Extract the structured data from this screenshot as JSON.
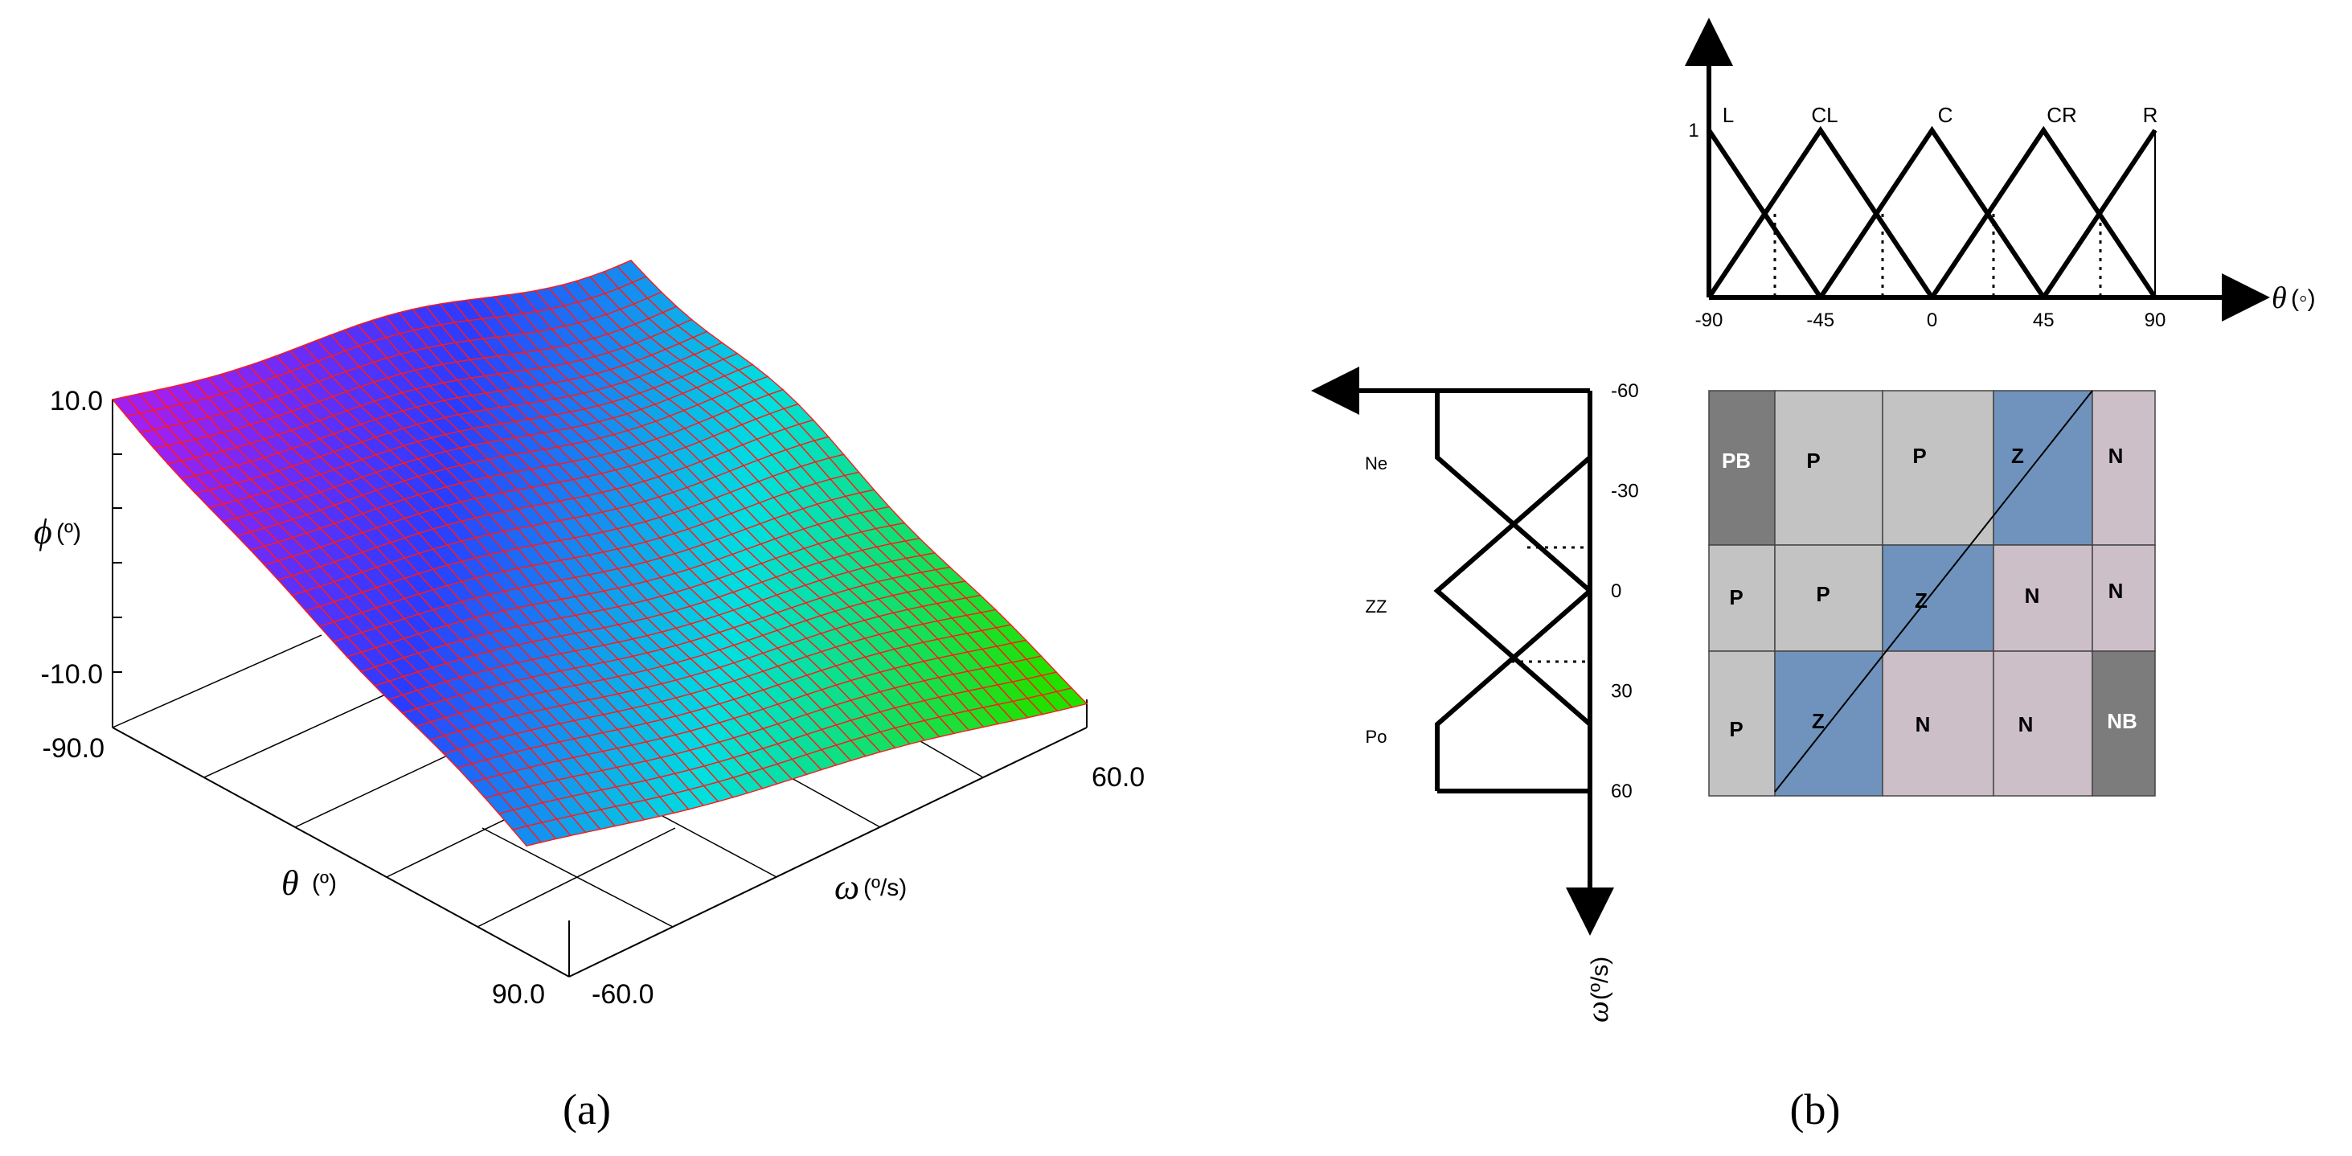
{
  "panel_a": {
    "caption": "(a)",
    "z_axis": {
      "label": "ϕ",
      "unit": "(º)",
      "ticks": [
        "10.0",
        "-10.0"
      ]
    },
    "theta_axis": {
      "label": "θ",
      "unit": "(º)",
      "ticks": [
        "-90.0",
        "90.0"
      ]
    },
    "omega_axis": {
      "label": "ω",
      "unit": "(º/s)",
      "ticks": [
        "-60.0",
        "60.0"
      ]
    },
    "colors": {
      "mesh_line": "#ff1a1a",
      "surface_low": "#22e000",
      "surface_mid": "#00e0e0",
      "surface_high": "#2a3cff",
      "surface_peak": "#a020f0"
    }
  },
  "panel_b": {
    "caption": "(b)",
    "theta_membership": {
      "axis_label": "θ",
      "axis_unit": "(◦)",
      "one_label": "1",
      "sets": [
        "L",
        "CL",
        "C",
        "CR",
        "R"
      ],
      "ticks": [
        "-90",
        "-45",
        "0",
        "45",
        "90"
      ]
    },
    "omega_membership": {
      "axis_label": "ω",
      "axis_unit": "(º/s)",
      "sets": [
        "Ne",
        "ZZ",
        "Po"
      ],
      "ticks": [
        "-60",
        "-30",
        "0",
        "30",
        "60"
      ]
    },
    "rule_table": {
      "rows": [
        [
          "PB",
          "P",
          "P",
          "Z",
          "N"
        ],
        [
          "P",
          "P",
          "Z",
          "N",
          "N"
        ],
        [
          "P",
          "Z",
          "N",
          "N",
          "NB"
        ]
      ],
      "colors": {
        "P": "#c3c3c3",
        "Z": "#6f93bd",
        "N": "#cdbfc8",
        "PB": "#7c7c7c",
        "NB": "#7c7c7c"
      }
    }
  },
  "chart_data": [
    {
      "type": "surface",
      "x_label": "θ",
      "x_unit": "(º)",
      "x_range": [
        -90.0,
        90.0
      ],
      "y_label": "ω",
      "y_unit": "(º/s)",
      "y_range": [
        -60.0,
        60.0
      ],
      "z_label": "ϕ",
      "z_unit": "(º)",
      "z_ticks": [
        10.0,
        -10.0
      ]
    },
    {
      "type": "line",
      "x_label": "θ",
      "x_unit": "(◦)",
      "x_ticks": [
        -90,
        -45,
        0,
        45,
        90
      ],
      "y_ticks": [
        1
      ],
      "series": [
        {
          "name": "L",
          "x": [
            -90,
            -45
          ],
          "y": [
            1,
            0
          ]
        },
        {
          "name": "CL",
          "x": [
            -90,
            -45,
            0
          ],
          "y": [
            0,
            1,
            0
          ]
        },
        {
          "name": "C",
          "x": [
            -45,
            0,
            45
          ],
          "y": [
            0,
            1,
            0
          ]
        },
        {
          "name": "CR",
          "x": [
            0,
            45,
            90
          ],
          "y": [
            0,
            1,
            0
          ]
        },
        {
          "name": "R",
          "x": [
            45,
            90
          ],
          "y": [
            0,
            1
          ]
        }
      ]
    },
    {
      "type": "line",
      "x_label": "ω",
      "x_unit": "(º/s)",
      "x_ticks": [
        -60,
        -30,
        0,
        30,
        60
      ],
      "series": [
        {
          "name": "Ne",
          "x": [
            -60,
            -40,
            0
          ],
          "y": [
            1,
            1,
            0
          ]
        },
        {
          "name": "ZZ",
          "x": [
            -40,
            0,
            40
          ],
          "y": [
            0,
            1,
            0
          ]
        },
        {
          "name": "Po",
          "x": [
            0,
            40,
            60
          ],
          "y": [
            0,
            1,
            1
          ]
        }
      ]
    },
    {
      "type": "table",
      "rows": [
        [
          "PB",
          "P",
          "P",
          "Z",
          "N"
        ],
        [
          "P",
          "P",
          "Z",
          "N",
          "N"
        ],
        [
          "P",
          "Z",
          "N",
          "N",
          "NB"
        ]
      ]
    }
  ]
}
